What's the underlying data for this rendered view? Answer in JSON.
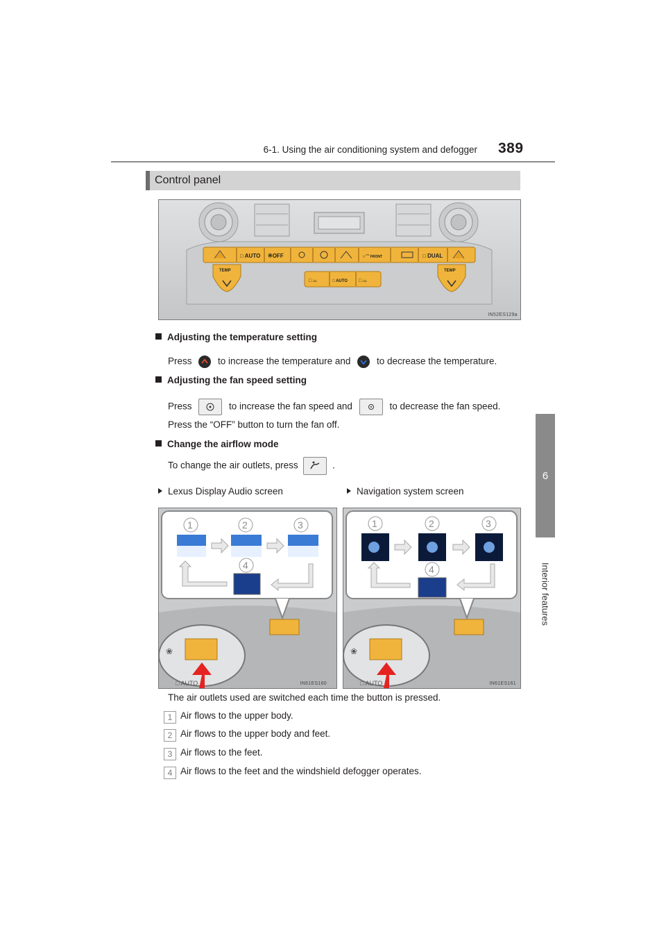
{
  "header": {
    "section": "6-1. Using the air conditioning system and defogger",
    "page_number": "389"
  },
  "side_tab": {
    "number": "6",
    "label": "Interior features"
  },
  "section_title": "Control panel",
  "control_panel_figure": {
    "buttons_top": [
      "AUTO",
      "OFF",
      "FRONT",
      "DUAL"
    ],
    "temp_label_left": "TEMP",
    "temp_label_right": "TEMP",
    "lower_auto": "AUTO",
    "code": "IN52ES129a"
  },
  "temp": {
    "heading": "Adjusting the temperature setting",
    "t1": "Press",
    "t2": "to increase the temperature and",
    "t3": "to decrease the temperature."
  },
  "fan": {
    "heading": "Adjusting the fan speed setting",
    "t1": "Press",
    "t2": "to increase the fan speed and",
    "t3": "to decrease the fan speed.",
    "off_note": "Press the “OFF” button to turn the fan off."
  },
  "airflow": {
    "heading": "Change the airflow mode",
    "t1": "To change the air outlets, press",
    "t2": "."
  },
  "screens": {
    "left_label": "Lexus Display Audio screen",
    "right_label": "Navigation system screen",
    "left_code": "IN61ES160",
    "right_code": "IN61ES161",
    "left_auto": "AUTO",
    "right_auto": "AUTO",
    "step_numbers": [
      "1",
      "2",
      "3",
      "4"
    ]
  },
  "outlets": {
    "intro": "The air outlets used are switched each time the button is pressed.",
    "items": [
      {
        "num": "1",
        "text": "Air flows to the upper body."
      },
      {
        "num": "2",
        "text": "Air flows to the upper body and feet."
      },
      {
        "num": "3",
        "text": "Air flows to the feet."
      },
      {
        "num": "4",
        "text": "Air flows to the feet and the windshield defogger operates."
      }
    ]
  },
  "colors": {
    "panel_button": "#f0b43c",
    "screen_blue": "#1a3d8c",
    "arrow_red": "#e52321",
    "tab_gray": "#8a8a8a"
  }
}
